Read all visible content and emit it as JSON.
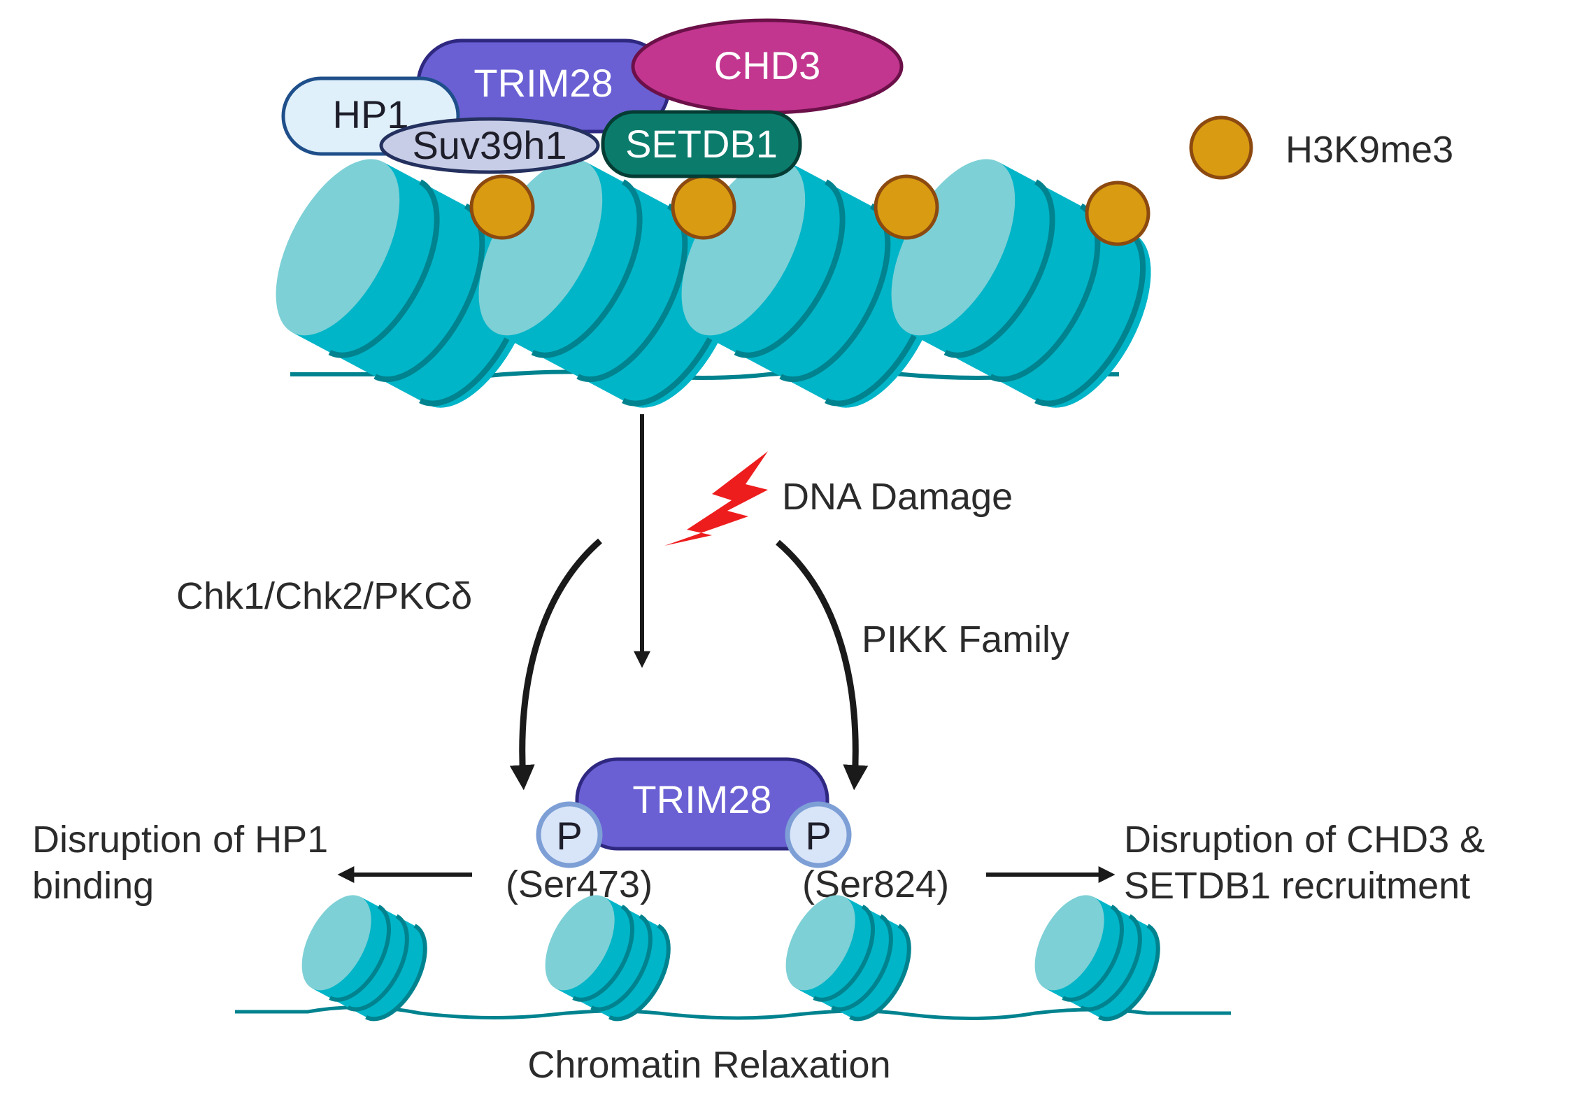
{
  "complex": {
    "trim28": "TRIM28",
    "chd3": "CHD3",
    "hp1": "HP1",
    "suv39h1": "Suv39h1",
    "setdb1": "SETDB1"
  },
  "legend": {
    "mark_label": "H3K9me3"
  },
  "trigger": {
    "label": "DNA Damage"
  },
  "pathways": {
    "left_kinases": "Chk1/Chk2/PKCδ",
    "right_kinases": "PIKK Family"
  },
  "phospho": {
    "protein": "TRIM28",
    "p_symbol": "P",
    "left_site": "(Ser473)",
    "right_site": "(Ser824)"
  },
  "outcomes": {
    "left_line1": "Disruption of HP1",
    "left_line2": "binding",
    "right_line1": "Disruption of CHD3 &",
    "right_line2": "SETDB1 recruitment"
  },
  "result": {
    "label": "Chromatin Relaxation"
  },
  "colors": {
    "nucleosome": "#00b5c8",
    "nucleosome_light": "#7dd0d6",
    "dna": "#00838f",
    "trim28": "#6a60d4",
    "chd3": "#c2368f",
    "setdb1": "#0b7b6c",
    "hp1": "#dff0fb",
    "suv39h1": "#c7cde6",
    "h3k9me3": "#d99b12",
    "lightning": "#ee1d1d"
  }
}
